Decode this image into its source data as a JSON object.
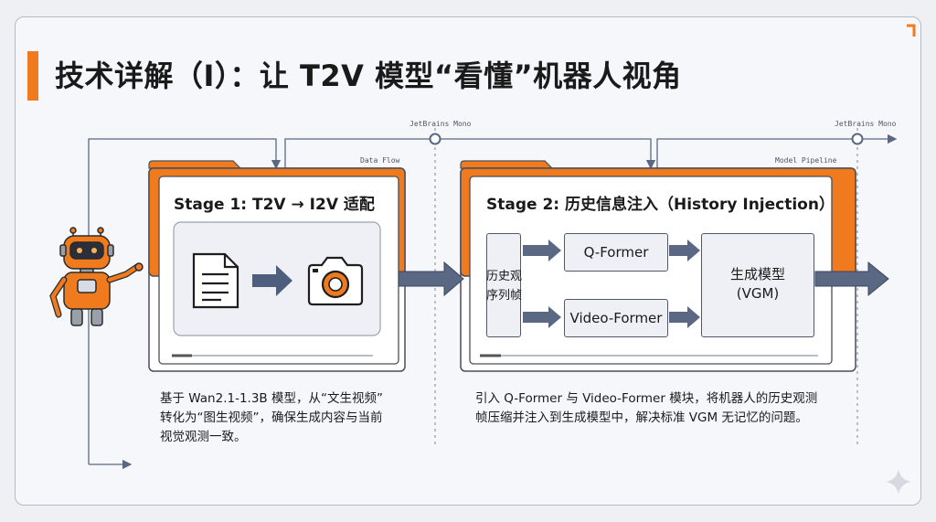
{
  "title": "技术详解（I）：让 T2V 模型“看懂”机器人视角",
  "labels": {
    "font_left": "JetBrains Mono",
    "font_right": "JetBrains Mono",
    "data_flow": "Data Flow",
    "model_pipeline": "Model Pipeline"
  },
  "stage1": {
    "title": "Stage 1: T2V → I2V 适配",
    "caption": [
      "基于 Wan2.1-1.3B 模型，从“文生视频”",
      "转化为“图生视频”，确保生成内容与当前",
      "视觉观测一致。"
    ]
  },
  "stage2": {
    "title": "Stage 2: 历史信息注入（History Injection）",
    "history": [
      "历史观",
      "序列帧"
    ],
    "qformer": "Q-Former",
    "videoformer": "Video-Former",
    "vgm": [
      "生成模型",
      "(VGM)"
    ],
    "caption": [
      "引入 Q-Former 与 Video-Former 模块，将机器人的历史观测",
      "帧压缩并注入到生成模型中，解决标准 VGM 无记忆的问题。"
    ]
  },
  "colors": {
    "accent": "#f07b1e",
    "arrow": "#5a6884",
    "line": "#5a6884",
    "panel_border": "#4a4f5c"
  },
  "icons": [
    "document-icon",
    "arrow-right-icon",
    "camera-icon",
    "robot-icon",
    "sparkle-icon"
  ]
}
